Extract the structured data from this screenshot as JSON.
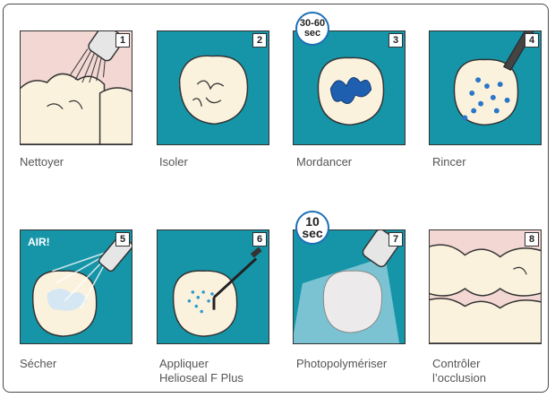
{
  "steps": [
    {
      "num": "1",
      "label": "Nettoyer"
    },
    {
      "num": "2",
      "label": "Isoler"
    },
    {
      "num": "3",
      "label": "Mordancer"
    },
    {
      "num": "4",
      "label": "Rincer"
    },
    {
      "num": "5",
      "label": "Sécher"
    },
    {
      "num": "6",
      "label": "Appliquer",
      "label2": "Helioseal F Plus"
    },
    {
      "num": "7",
      "label": "Photopolymériser"
    },
    {
      "num": "8",
      "label": "Contrôler",
      "label2": "l’occlusion"
    }
  ],
  "timers": [
    {
      "line1": "30-60",
      "line2": "sec"
    },
    {
      "line1": "10",
      "line2": "sec"
    }
  ],
  "air_label": "AIR!",
  "colors": {
    "teal": "#1695a8",
    "pink": "#f3d7d3",
    "tooth": "#fbf2de",
    "blue": "#1f5fb0"
  }
}
